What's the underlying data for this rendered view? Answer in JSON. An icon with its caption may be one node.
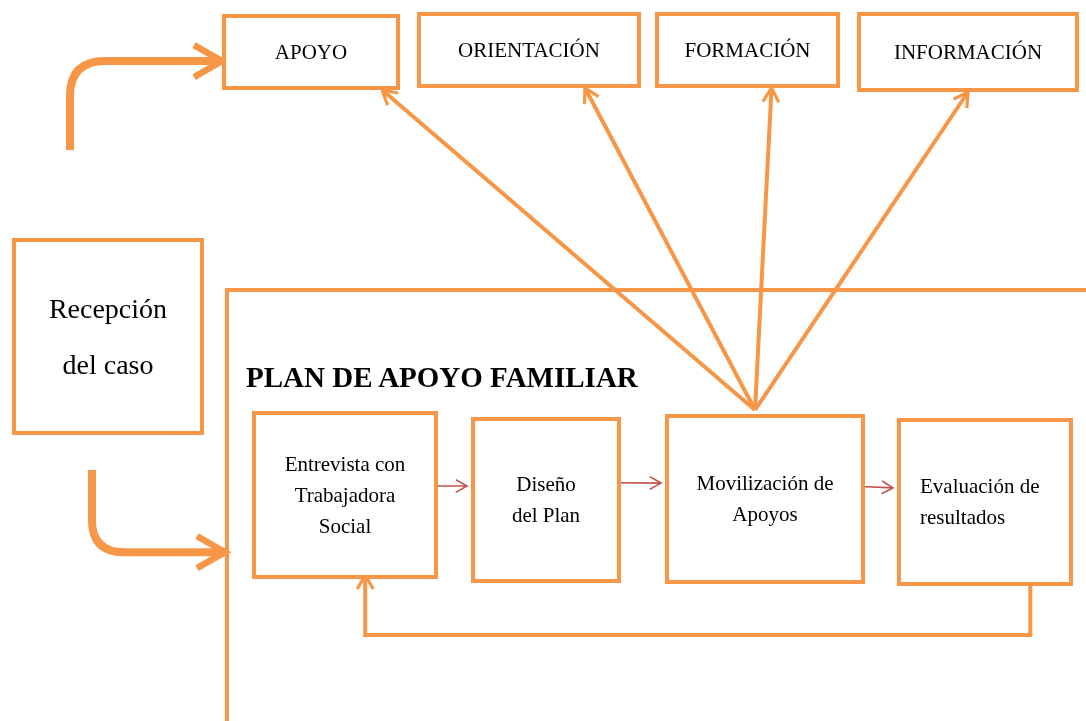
{
  "diagram": {
    "nodes": [
      {
        "text": [
          "APOYO"
        ]
      },
      {
        "text": [
          "ORIENTACIÓN"
        ]
      },
      {
        "text": [
          "FORMACIÓN"
        ]
      },
      {
        "text": [
          "INFORMACIÓN"
        ]
      },
      {
        "text": [
          "Recepción del caso"
        ]
      },
      {
        "text": [
          "PLAN DE APOYO FAMILIAR"
        ]
      },
      {
        "text": [
          "Entrevista con Trabajadora Social"
        ],
        "in": 5
      },
      {
        "text": [
          "Diseño del Plan"
        ],
        "in": 5
      },
      {
        "text": [
          "Movilización de Apoyos"
        ],
        "in": 5
      },
      {
        "text": [
          "Evaluación de resultados"
        ],
        "in": 5
      }
    ],
    "edges": [
      {
        "from": null,
        "to": 0,
        "arrow": "to",
        "style": "thick"
      },
      {
        "from": null,
        "to": 5,
        "arrow": "to",
        "style": "thick"
      },
      {
        "from": 8,
        "to": 0,
        "arrow": "to"
      },
      {
        "from": 8,
        "to": 1,
        "arrow": "to"
      },
      {
        "from": 8,
        "to": 2,
        "arrow": "to"
      },
      {
        "from": 8,
        "to": 3,
        "arrow": "to"
      },
      {
        "from": 6,
        "to": 7,
        "arrow": "to",
        "color": "#c0504d"
      },
      {
        "from": 7,
        "to": 8,
        "arrow": "to",
        "color": "#c0504d"
      },
      {
        "from": 8,
        "to": 9,
        "arrow": "to",
        "color": "#c0504d"
      },
      {
        "from": 9,
        "to": 6,
        "arrow": "to"
      }
    ]
  }
}
